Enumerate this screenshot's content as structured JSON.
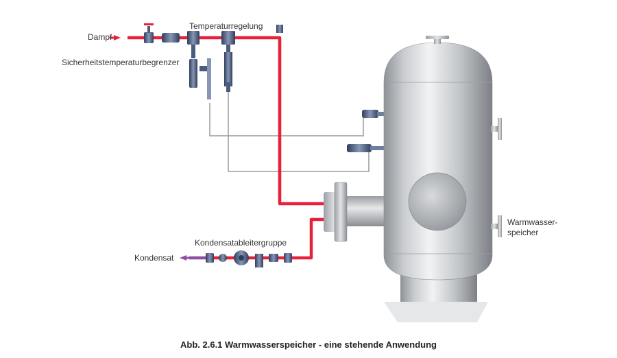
{
  "labels": {
    "dampf": "Dampf",
    "temperaturregelung": "Temperaturregelung",
    "sicherheits": "Sicherheitstemperaturbegrenzer",
    "kondensatableiter": "Kondensatableitergruppe",
    "kondensat": "Kondensat",
    "warmwasser_line1": "Warmwasser-",
    "warmwasser_line2": "speicher"
  },
  "caption": "Abb. 2.6.1 Warmwasserspeicher - eine stehende Anwendung",
  "colors": {
    "steam": "#e8203a",
    "condensate": "#8e4fa0",
    "sensor_line": "#9a9a9a",
    "vessel": "#b8bcc0",
    "component": "#4a5d80"
  }
}
